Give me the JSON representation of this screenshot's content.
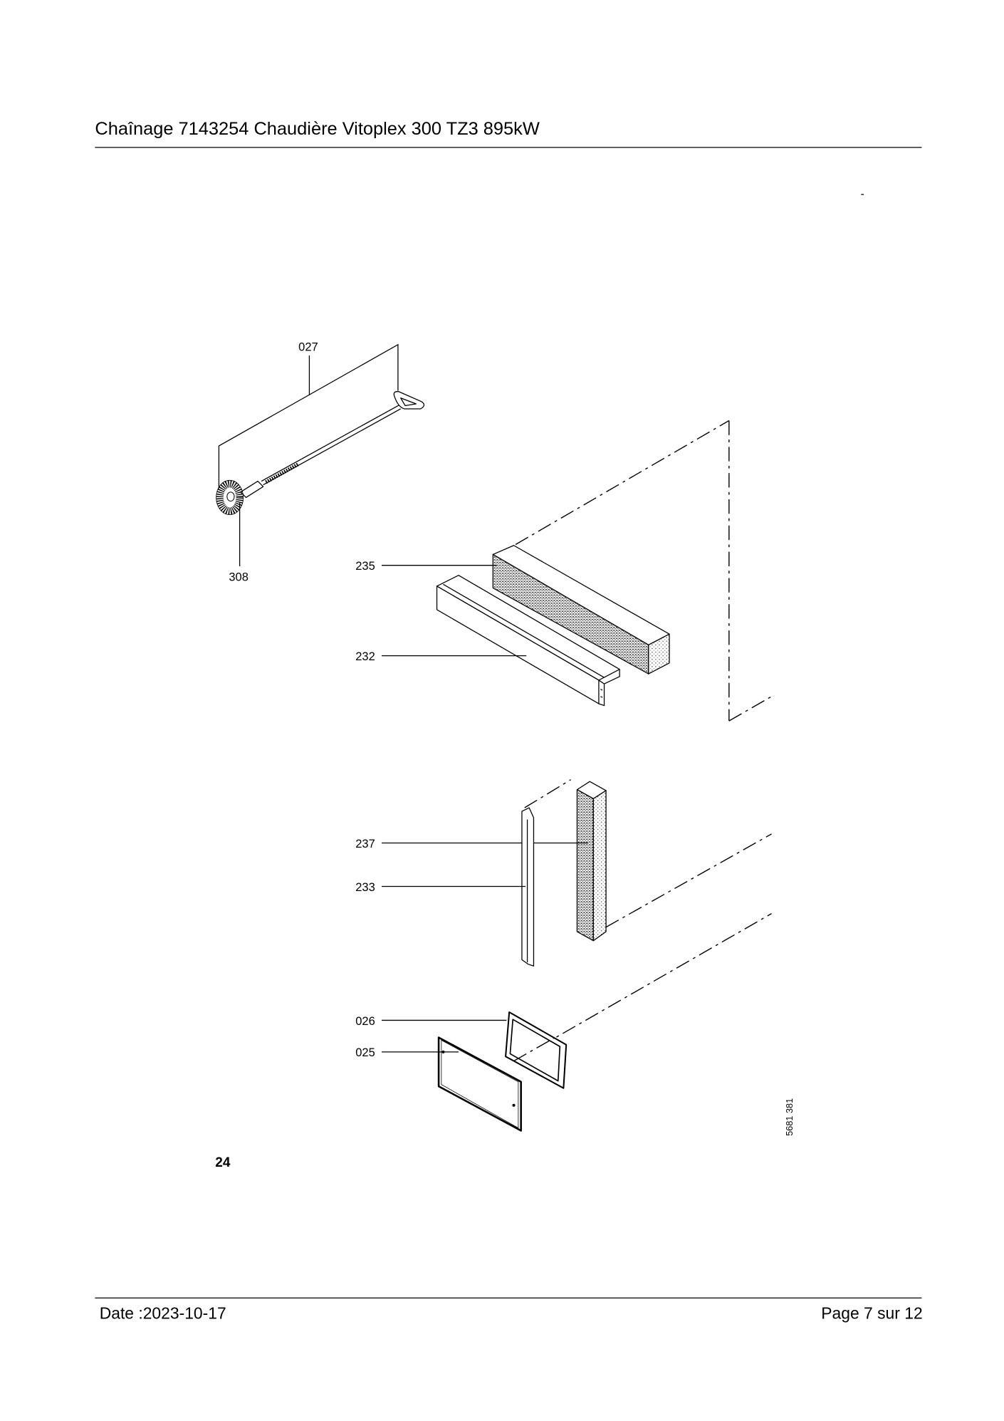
{
  "header": {
    "title": "Chaînage 7143254 Chaudière Vitoplex 300 TZ3 895kW"
  },
  "figure": {
    "number": "24",
    "drawing_code": "5681 381",
    "parts": [
      {
        "label": "027"
      },
      {
        "label": "308"
      },
      {
        "label": "235"
      },
      {
        "label": "232"
      },
      {
        "label": "237"
      },
      {
        "label": "233"
      },
      {
        "label": "026"
      },
      {
        "label": "025"
      }
    ]
  },
  "footer": {
    "date": "Date :2023-10-17",
    "page": "Page 7 sur 12"
  }
}
